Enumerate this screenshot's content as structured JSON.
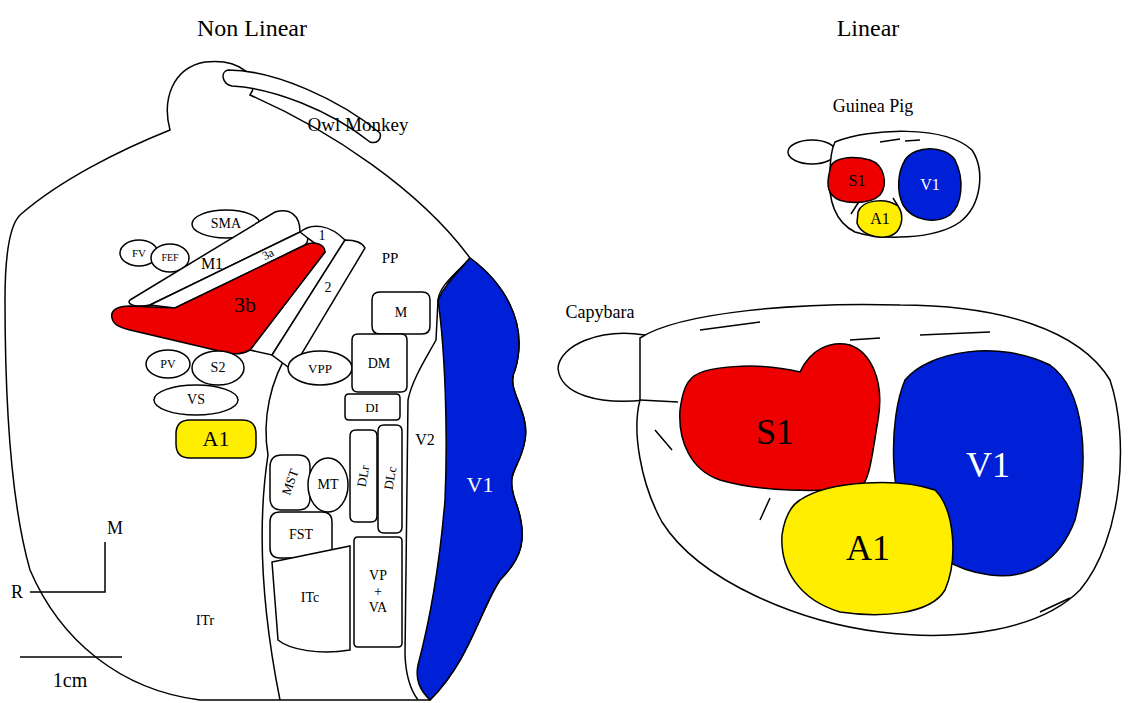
{
  "diagram": {
    "nodes": [
      {
        "text": [
          "SMA"
        ]
      },
      {
        "text": [
          "FV"
        ]
      },
      {
        "text": [
          "FEF"
        ]
      },
      {
        "text": [
          "M1"
        ]
      },
      {
        "text": [
          "3a"
        ]
      },
      {
        "text": [
          "1"
        ]
      },
      {
        "text": [
          "3b"
        ]
      },
      {
        "text": [
          "2"
        ]
      },
      {
        "text": [
          "PV"
        ]
      },
      {
        "text": [
          "S2"
        ]
      },
      {
        "text": [
          "VS"
        ]
      },
      {
        "text": [
          "M"
        ]
      },
      {
        "text": [
          "VPP"
        ]
      },
      {
        "text": [
          "DM"
        ]
      },
      {
        "text": [
          "DI"
        ]
      },
      {
        "text": [
          "A1"
        ]
      },
      {
        "text": [
          "MST"
        ]
      },
      {
        "text": [
          "MT"
        ]
      },
      {
        "text": [
          "DLr"
        ]
      },
      {
        "text": [
          "DLc"
        ]
      },
      {
        "text": [
          "FST"
        ]
      },
      {
        "text": [
          "ITc"
        ]
      },
      {
        "text": [
          "VP + VA"
        ]
      },
      {
        "text": [
          "V1"
        ]
      },
      {
        "text": [
          "S1"
        ]
      },
      {
        "text": [
          "V1"
        ]
      },
      {
        "text": [
          "A1"
        ]
      },
      {
        "text": [
          "S1"
        ]
      },
      {
        "text": [
          "V1"
        ]
      },
      {
        "text": [
          "A1"
        ]
      }
    ],
    "labels": [
      "Non Linear",
      "Linear",
      "Owl Monkey",
      "PP",
      "V2",
      "ITr",
      "M",
      "R",
      "1cm",
      "Guinea Pig",
      "Capybara"
    ]
  }
}
